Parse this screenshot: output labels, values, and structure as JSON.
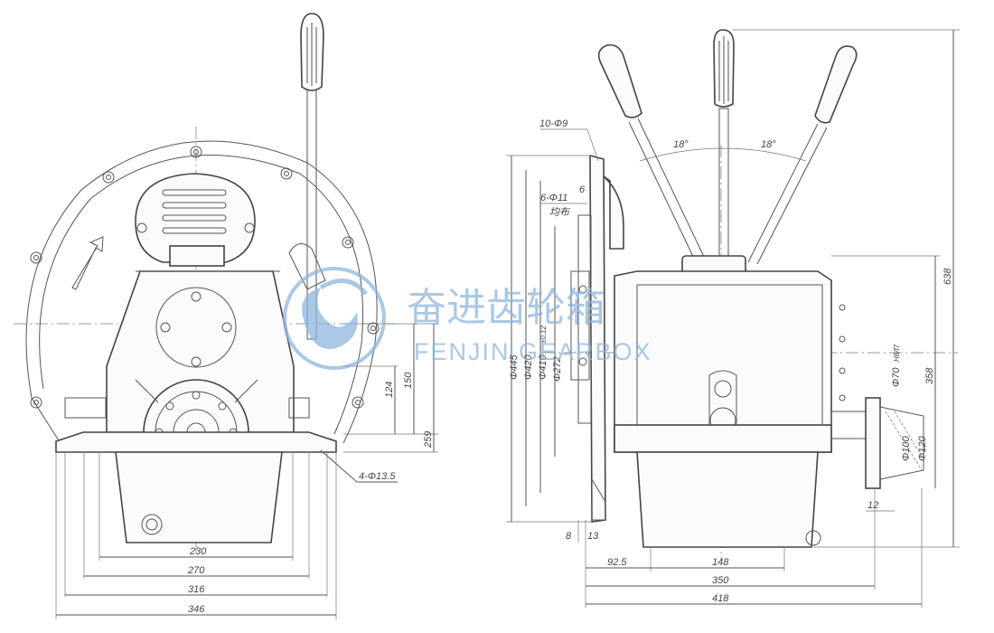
{
  "watermark": {
    "chinese": "奋进齿轮箱",
    "english": "FENJIN GEARBOX",
    "color": "#8fb6dd"
  },
  "front_view": {
    "dims": {
      "width_230": "230",
      "width_270": "270",
      "width_316": "316",
      "width_346": "346",
      "height_124": "124",
      "height_150": "150",
      "height_259": "259",
      "holes": "4-Φ13.5"
    }
  },
  "side_view": {
    "dims": {
      "bolts_top": "10-Φ9",
      "small_6": "6",
      "holes_11": "6-Φ11",
      "holes_note": "均布",
      "phi_445": "Φ445",
      "phi_410": "Φ410",
      "phi_410_tol": "±0.12",
      "phi_420": "Φ420",
      "phi_272": "Φ272",
      "angle_left": "18°",
      "angle_right": "18°",
      "height_638": "638",
      "height_358": "358",
      "phi_70": "Φ70",
      "phi_70_tol": "H8/f7",
      "phi_100": "Φ100",
      "phi_120": "Φ120",
      "w_12": "12",
      "w_8": "8",
      "w_13": "13",
      "len_92_5": "92.5",
      "len_148": "148",
      "len_350": "350",
      "len_418": "418"
    }
  }
}
